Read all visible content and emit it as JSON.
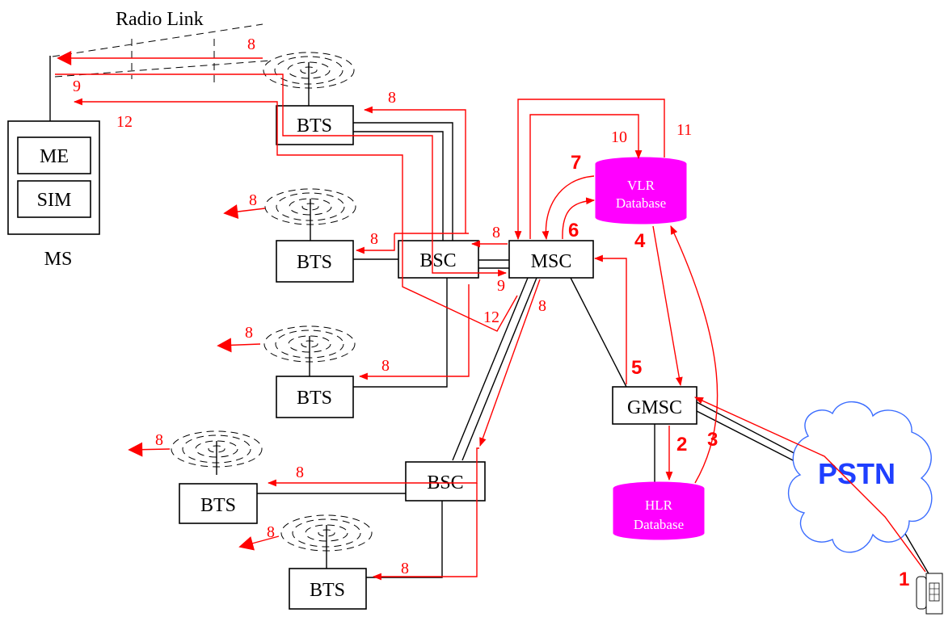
{
  "radio_link_label": "Radio Link",
  "ms": {
    "label": "MS",
    "me": "ME",
    "sim": "SIM"
  },
  "nodes": {
    "bts": "BTS",
    "bsc": "BSC",
    "msc": "MSC",
    "gmsc": "GMSC",
    "pstn": "PSTN",
    "vlr_line1": "VLR",
    "vlr_line2": "Database",
    "hlr_line1": "HLR",
    "hlr_line2": "Database"
  },
  "steps": {
    "s1": "1",
    "s2": "2",
    "s3": "3",
    "s4": "4",
    "s5": "5",
    "s6": "6",
    "s7": "7",
    "s8": "8",
    "s9": "9",
    "s10": "10",
    "s11": "11",
    "s12": "12"
  },
  "colors": {
    "signal": "#ff0000",
    "database": "#ff00ff",
    "pstn": "#1f3fff"
  }
}
